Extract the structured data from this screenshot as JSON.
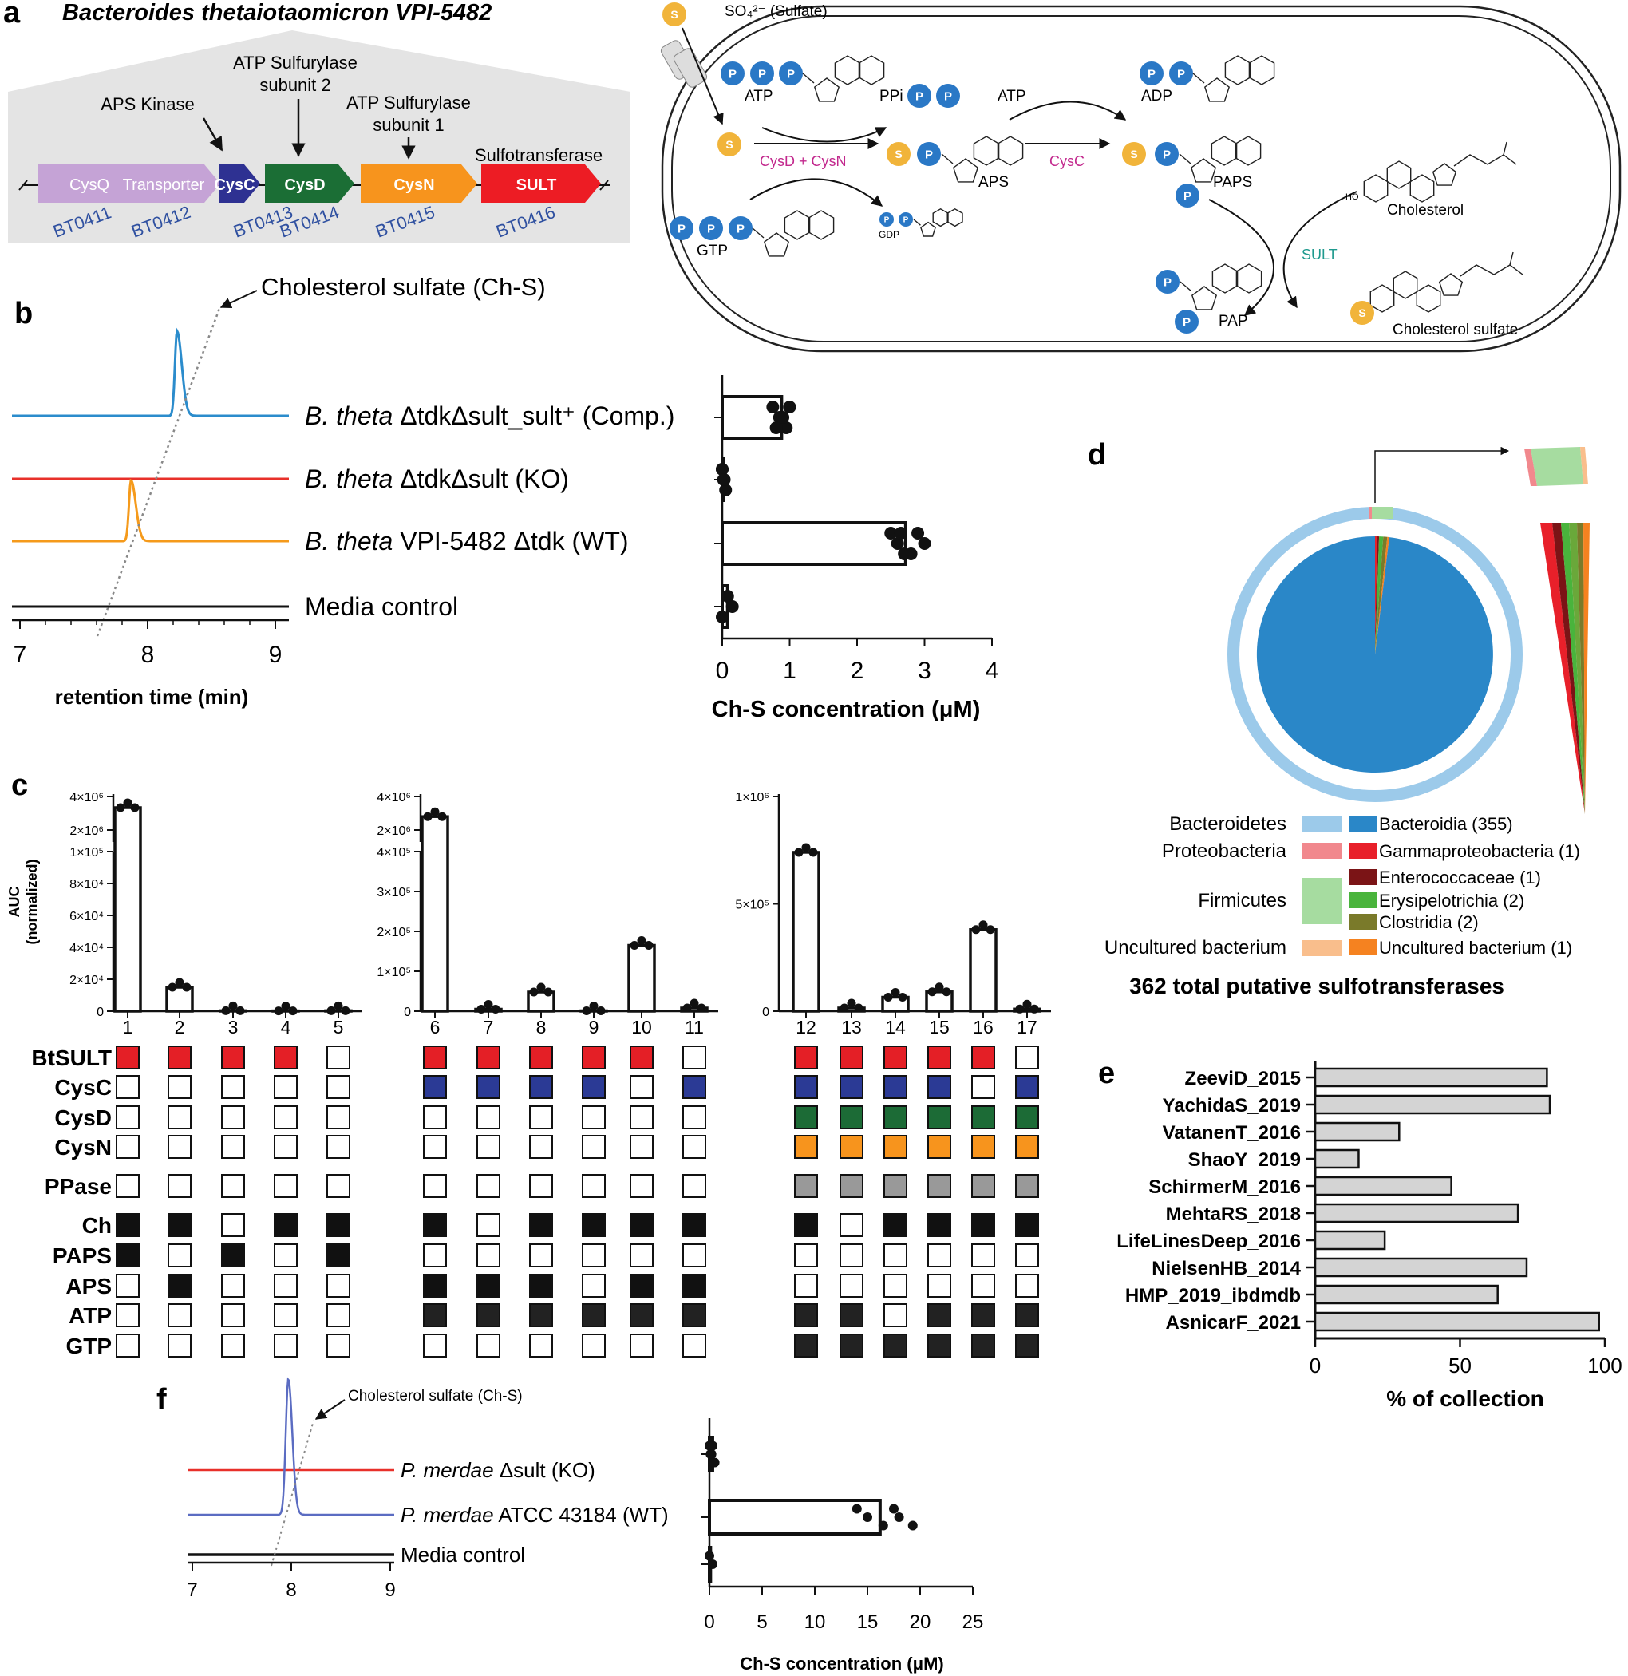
{
  "panel_labels": {
    "a": "a",
    "b": "b",
    "c": "c",
    "d": "d",
    "e": "e",
    "f": "f"
  },
  "panel_a": {
    "title": "Bacteroides thetaiotaomicron VPI-5482",
    "genes": [
      {
        "label": "CysQ",
        "id": "BT0411",
        "color": "#c5a3d6"
      },
      {
        "label": "Transporter",
        "id": "BT0412",
        "color": "#c5a3d6"
      },
      {
        "label": "CysC",
        "id": "BT0413",
        "color": "#2e3192"
      },
      {
        "label": "CysD",
        "id": "BT0414",
        "color": "#1b6e35"
      },
      {
        "label": "CysN",
        "id": "BT0415",
        "color": "#f7941d"
      },
      {
        "label": "SULT",
        "id": "BT0416",
        "color": "#ed1c24"
      }
    ],
    "annotations": {
      "aps_kinase": "APS Kinase",
      "atp_sulf2_l1": "ATP Sulfurylase",
      "atp_sulf2_l2": "subunit 2",
      "atp_sulf1_l1": "ATP Sulfurylase",
      "atp_sulf1_l2": "subunit 1",
      "sulfotransferase": "Sulfotransferase"
    },
    "pathway": {
      "sulfate_label": "SO₄²⁻ (Sulfate)",
      "atp": "ATP",
      "ppi": "PPi",
      "gtp": "GTP",
      "gdp": "GDP",
      "atp2": "ATP",
      "adp": "ADP",
      "aps": "APS",
      "paps": "PAPS",
      "pap": "PAP",
      "enzyme_cysdn": "CysD + CysN",
      "enzyme_cysc": "CysC",
      "enzyme_sult": "SULT",
      "cholesterol": "Cholesterol",
      "cholesterol_sulfate": "Cholesterol sulfate",
      "s": "S",
      "p": "P",
      "ho": "HO",
      "h": "H"
    }
  },
  "panel_b": {
    "annotation": "Cholesterol sulfate (Ch-S)",
    "traces": [
      {
        "species": "B. theta",
        "label": " ΔtdkΔsult_sult⁺ (Comp.)",
        "color": "#2b8ccc",
        "peak_min": 8.23
      },
      {
        "species": "B. theta",
        "label": " ΔtdkΔsult (KO)",
        "color": "#e8302a",
        "peak_min": null
      },
      {
        "species": "B. theta",
        "label": " VPI-5482 Δtdk (WT)",
        "color": "#f59a1b",
        "peak_min": 7.87
      },
      {
        "species": "",
        "label": "Media control",
        "color": "#111111",
        "peak_min": null
      }
    ],
    "xlabel": "retention time (min)",
    "xticks": [
      "7",
      "8",
      "9"
    ],
    "xlim": [
      7,
      9
    ]
  },
  "chart_data": [
    {
      "type": "bar",
      "panel": "b",
      "categories": [
        "Comp.",
        "KO",
        "WT",
        "Media control"
      ],
      "values": [
        0.88,
        0.02,
        2.72,
        0.08
      ],
      "points": [
        [
          0.75,
          0.85,
          0.95,
          1.0,
          0.9,
          0.8
        ],
        [
          0.0,
          0.02,
          0.05,
          0.0,
          0.03
        ],
        [
          2.5,
          2.6,
          2.8,
          2.9,
          3.0,
          2.7,
          2.65
        ],
        [
          0.08,
          0.15,
          0.0
        ]
      ],
      "xlabel": "Ch-S concentration (μM)",
      "xticks": [
        "0",
        "1",
        "2",
        "3",
        "4"
      ],
      "xlim": [
        0,
        4
      ],
      "orientation": "horizontal"
    },
    {
      "type": "bar",
      "panel": "c-left",
      "categories": [
        "1",
        "2",
        "3",
        "4",
        "5"
      ],
      "values": [
        3000000,
        15000,
        300,
        200,
        300
      ],
      "ylabel": "AUC (normalized)",
      "yticks_lower": [
        "0",
        "2×10⁴",
        "4×10⁴",
        "6×10⁴",
        "8×10⁴",
        "1×10⁵"
      ],
      "yticks_upper": [
        "2×10⁶",
        "4×10⁶"
      ],
      "broken_axis": true
    },
    {
      "type": "bar",
      "panel": "c-middle",
      "categories": [
        "6",
        "7",
        "8",
        "9",
        "10",
        "11"
      ],
      "values": [
        2200000,
        5000,
        48000,
        1000,
        165000,
        8000
      ],
      "yticks_lower": [
        "0",
        "1×10⁵",
        "2×10⁵",
        "3×10⁵",
        "4×10⁵"
      ],
      "yticks_upper": [
        "2×10⁶",
        "4×10⁶"
      ],
      "broken_axis": true
    },
    {
      "type": "bar",
      "panel": "c-right",
      "categories": [
        "12",
        "13",
        "14",
        "15",
        "16",
        "17"
      ],
      "values": [
        740000,
        15000,
        65000,
        90000,
        380000,
        10000
      ],
      "yticks": [
        "0",
        "5×10⁵",
        "1×10⁶"
      ],
      "ylim": [
        0,
        1000000
      ]
    },
    {
      "type": "pie",
      "panel": "d",
      "categories": [
        "Bacteroidia (355)",
        "Gammaproteobacteria (1)",
        "Enterococcaceae (1)",
        "Erysipelotrichia (2)",
        "Clostridia (2)",
        "Uncultured bacterium (1)"
      ],
      "values": [
        355,
        1,
        1,
        2,
        2,
        1
      ],
      "colors": [
        "#2a87c8",
        "#e8202a",
        "#7b1416",
        "#49b43c",
        "#7a7a2a",
        "#f58220"
      ],
      "phyla": [
        {
          "name": "Bacteroidetes",
          "color": "#9ccaea"
        },
        {
          "name": "Proteobacteria",
          "color": "#f1888d"
        },
        {
          "name": "Firmicutes",
          "color": "#a6dca0"
        },
        {
          "name": "Uncultured bacterium",
          "color": "#f9be8c"
        }
      ],
      "total": "362 total putative sulfotransferases"
    },
    {
      "type": "bar",
      "panel": "e",
      "orientation": "horizontal",
      "categories": [
        "ZeeviD_2015",
        "YachidaS_2019",
        "VatanenT_2016",
        "ShaoY_2019",
        "SchirmerM_2016",
        "MehtaRS_2018",
        "LifeLinesDeep_2016",
        "NielsenHB_2014",
        "HMP_2019_ibdmdb",
        "AsnicarF_2021"
      ],
      "values": [
        80,
        81,
        29,
        15,
        47,
        70,
        24,
        73,
        63,
        98
      ],
      "xlabel": "% of collection",
      "xticks": [
        "0",
        "50",
        "100"
      ],
      "xlim": [
        0,
        100
      ]
    },
    {
      "type": "bar",
      "panel": "f",
      "orientation": "horizontal",
      "categories": [
        "KO",
        "WT",
        "Media control"
      ],
      "values": [
        0.3,
        16.2,
        0.1
      ],
      "points": [
        [
          0.0,
          0.2,
          0.5,
          0.3,
          0.1,
          0.4
        ],
        [
          14.0,
          15.0,
          16.5,
          17.5,
          18.0,
          19.3
        ],
        [
          0.0,
          0.3
        ]
      ],
      "xlabel": "Ch-S concentration (μM)",
      "xticks": [
        "0",
        "5",
        "10",
        "15",
        "20",
        "25"
      ],
      "xlim": [
        0,
        25
      ]
    }
  ],
  "panel_c": {
    "row_labels": [
      "BtSULT",
      "CysC",
      "CysD",
      "CysN",
      "PPase",
      "Ch",
      "PAPS",
      "APS",
      "ATP",
      "GTP"
    ],
    "row_colors": [
      "#e41f26",
      "#2b3a95",
      "#1c6b36",
      "#f7941d",
      "#999999",
      "#111111",
      "#111111",
      "#111111",
      "#222222",
      "#222222"
    ],
    "matrix": {
      "1": [
        1,
        0,
        0,
        0,
        0,
        1,
        1,
        0,
        0,
        0
      ],
      "2": [
        1,
        0,
        0,
        0,
        0,
        1,
        0,
        1,
        0,
        0
      ],
      "3": [
        1,
        0,
        0,
        0,
        0,
        0,
        1,
        0,
        0,
        0
      ],
      "4": [
        1,
        0,
        0,
        0,
        0,
        1,
        0,
        0,
        0,
        0
      ],
      "5": [
        0,
        0,
        0,
        0,
        0,
        1,
        1,
        0,
        0,
        0
      ],
      "6": [
        1,
        1,
        0,
        0,
        0,
        1,
        0,
        1,
        1,
        0
      ],
      "7": [
        1,
        1,
        0,
        0,
        0,
        0,
        0,
        1,
        1,
        0
      ],
      "8": [
        1,
        1,
        0,
        0,
        0,
        1,
        0,
        1,
        1,
        0
      ],
      "9": [
        1,
        1,
        0,
        0,
        0,
        1,
        0,
        0,
        1,
        0
      ],
      "10": [
        1,
        0,
        0,
        0,
        0,
        1,
        0,
        1,
        1,
        0
      ],
      "11": [
        0,
        1,
        0,
        0,
        0,
        1,
        0,
        1,
        1,
        0
      ],
      "12": [
        1,
        1,
        1,
        1,
        1,
        1,
        0,
        0,
        1,
        1
      ],
      "13": [
        1,
        1,
        1,
        1,
        1,
        0,
        0,
        0,
        1,
        1
      ],
      "14": [
        1,
        1,
        1,
        1,
        1,
        1,
        0,
        0,
        0,
        1
      ],
      "15": [
        1,
        1,
        1,
        1,
        1,
        1,
        0,
        0,
        1,
        1
      ],
      "16": [
        1,
        0,
        1,
        1,
        1,
        1,
        0,
        0,
        1,
        1
      ],
      "17": [
        0,
        1,
        1,
        1,
        1,
        1,
        0,
        0,
        1,
        1
      ]
    }
  },
  "panel_f": {
    "annotation": "Cholesterol sulfate (Ch-S)",
    "traces": [
      {
        "species": "P. merdae",
        "label": " Δsult (KO)",
        "color": "#e8302a"
      },
      {
        "species": "P. merdae",
        "label": " ATCC 43184 (WT)",
        "color": "#5b6cc2"
      },
      {
        "species": "",
        "label": "Media control",
        "color": "#111111"
      }
    ],
    "xticks": [
      "7",
      "8",
      "9"
    ]
  }
}
